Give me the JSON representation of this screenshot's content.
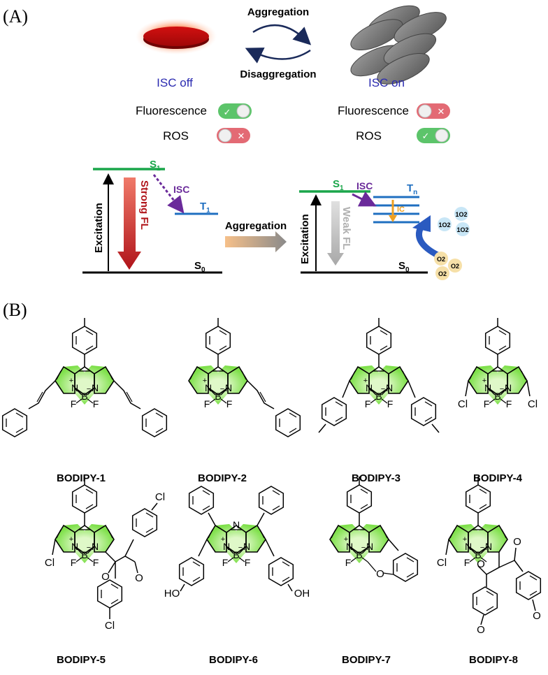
{
  "panels": {
    "a": "(A)",
    "b": "(B)"
  },
  "top": {
    "aggregation": "Aggregation",
    "disaggregation": "Disaggregation",
    "isc_off": "ISC off",
    "isc_on": "ISC on",
    "left_toggles": [
      {
        "label": "Fluorescence",
        "state": "on",
        "mark": "✓"
      },
      {
        "label": "ROS",
        "state": "off",
        "mark": "✕"
      }
    ],
    "right_toggles": [
      {
        "label": "Fluorescence",
        "state": "off",
        "mark": "✕"
      },
      {
        "label": "ROS",
        "state": "on",
        "mark": "✓"
      }
    ]
  },
  "jablonski_left": {
    "s1": "S",
    "s1_sub": "1",
    "t1": "T",
    "t1_sub": "1",
    "s0": "S",
    "s0_sub": "0",
    "isc": "ISC",
    "excitation": "Excitation",
    "fl": "Strong FL"
  },
  "middle_arrow": "Aggregation",
  "jablonski_right": {
    "s1": "S",
    "s1_sub": "1",
    "tn": "T",
    "tn_sub": "n",
    "s0": "S",
    "s0_sub": "0",
    "isc": "ISC",
    "ic": "IC",
    "excitation": "Excitation",
    "fl": "Weak FL",
    "singlet_oxygen": [
      "1O2",
      "1O2",
      "1O2"
    ],
    "oxygen": [
      "O2",
      "O2",
      "O2"
    ]
  },
  "molecules": [
    "BODIPY-1",
    "BODIPY-2",
    "BODIPY-3",
    "BODIPY-4",
    "BODIPY-5",
    "BODIPY-6",
    "BODIPY-7",
    "BODIPY-8"
  ],
  "atoms": {
    "n": "N",
    "b": "B",
    "f": "F",
    "cl": "Cl",
    "o": "O",
    "oh": "OH",
    "ho": "HO",
    "plus": "+",
    "minus": "−"
  },
  "colors": {
    "core_green": "#7ee04a",
    "s1_green": "#1aa64a",
    "t_blue": "#1f6fc0",
    "isc_purple": "#6a2a9a",
    "fl_red": "#b0141a",
    "isc_label_blue": "#2a2ab0",
    "toggle_green": "#5cc46a",
    "toggle_red": "#e36a74"
  }
}
